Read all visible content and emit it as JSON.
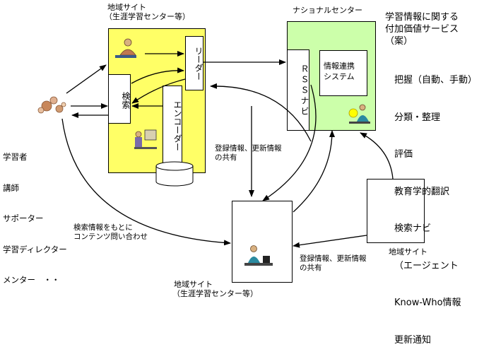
{
  "local_site_top": {
    "title": "地域サイト",
    "subtitle": "（生涯学習センター等）",
    "reader": "リーダー",
    "search": "検索",
    "encoder": "エンコーダー"
  },
  "national_center": {
    "title": "ナショナルセンター",
    "rss": "ＲＳＳナビ",
    "info_system": "情報連携\nシステム"
  },
  "services": {
    "heading": "学習情報に関する\n付加価値サービス\n（案）",
    "items": [
      "把握（自動、手動）",
      "分類・整理",
      "評価",
      "教育学的翻訳",
      "検索ナビ",
      "（エージェント",
      "Know-Who情報",
      "更新通知"
    ]
  },
  "learners": {
    "lines": [
      "学習者",
      "講師",
      "サポーター",
      "学習ディレクター",
      "メンター　・・"
    ]
  },
  "labels": {
    "registration_center": "登録情報、更新情報\nの共有",
    "search_query": "検索情報をもとに\nコンテンツ問い合わせ",
    "registration_bottom": "登録情報、更新情報\nの共有"
  },
  "local_site_bottom": {
    "title": "地域サイト",
    "subtitle": "（生涯学習センター等）"
  },
  "local_site_right": {
    "title": "地域サイト"
  },
  "colors": {
    "yellow": "#ffff66",
    "green": "#ccffaa",
    "white": "#ffffff"
  }
}
